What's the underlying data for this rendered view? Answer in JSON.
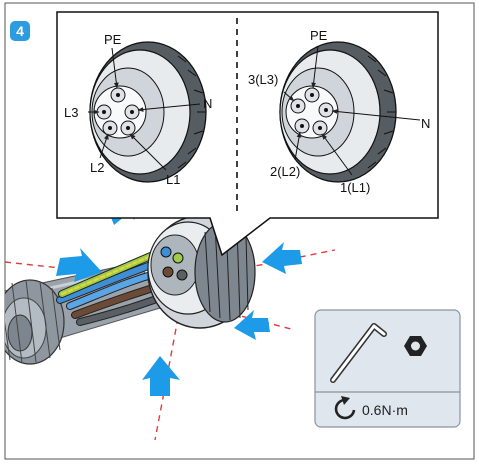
{
  "step": {
    "number": "4"
  },
  "inset_left": {
    "labels": {
      "pe": "PE",
      "l3": "L3",
      "n": "N",
      "l2": "L2",
      "l1": "L1"
    }
  },
  "inset_right": {
    "labels": {
      "pe": "PE",
      "l3": "3(L3)",
      "n": "N",
      "l2": "2(L2)",
      "l1": "1(L1)"
    }
  },
  "tool_panel": {
    "tool_icon": "hex-key-icon",
    "fastener_icon": "hex-nut-icon",
    "rotation_icon": "clockwise-arrow-icon",
    "torque": "0.6N·m"
  },
  "colors": {
    "step_badge": "#2d9be0",
    "arrow": "#1e9be8",
    "guide_line": "#e03b3b",
    "panel_bg": "#dfe6ee",
    "panel_border": "#8a939c",
    "wire_blue": "#3f8fd6",
    "wire_green": "#9ccc4a",
    "wire_yellow": "#e4d63c",
    "wire_brown": "#6b4a36",
    "cable_gray": "#9aa3ab"
  }
}
